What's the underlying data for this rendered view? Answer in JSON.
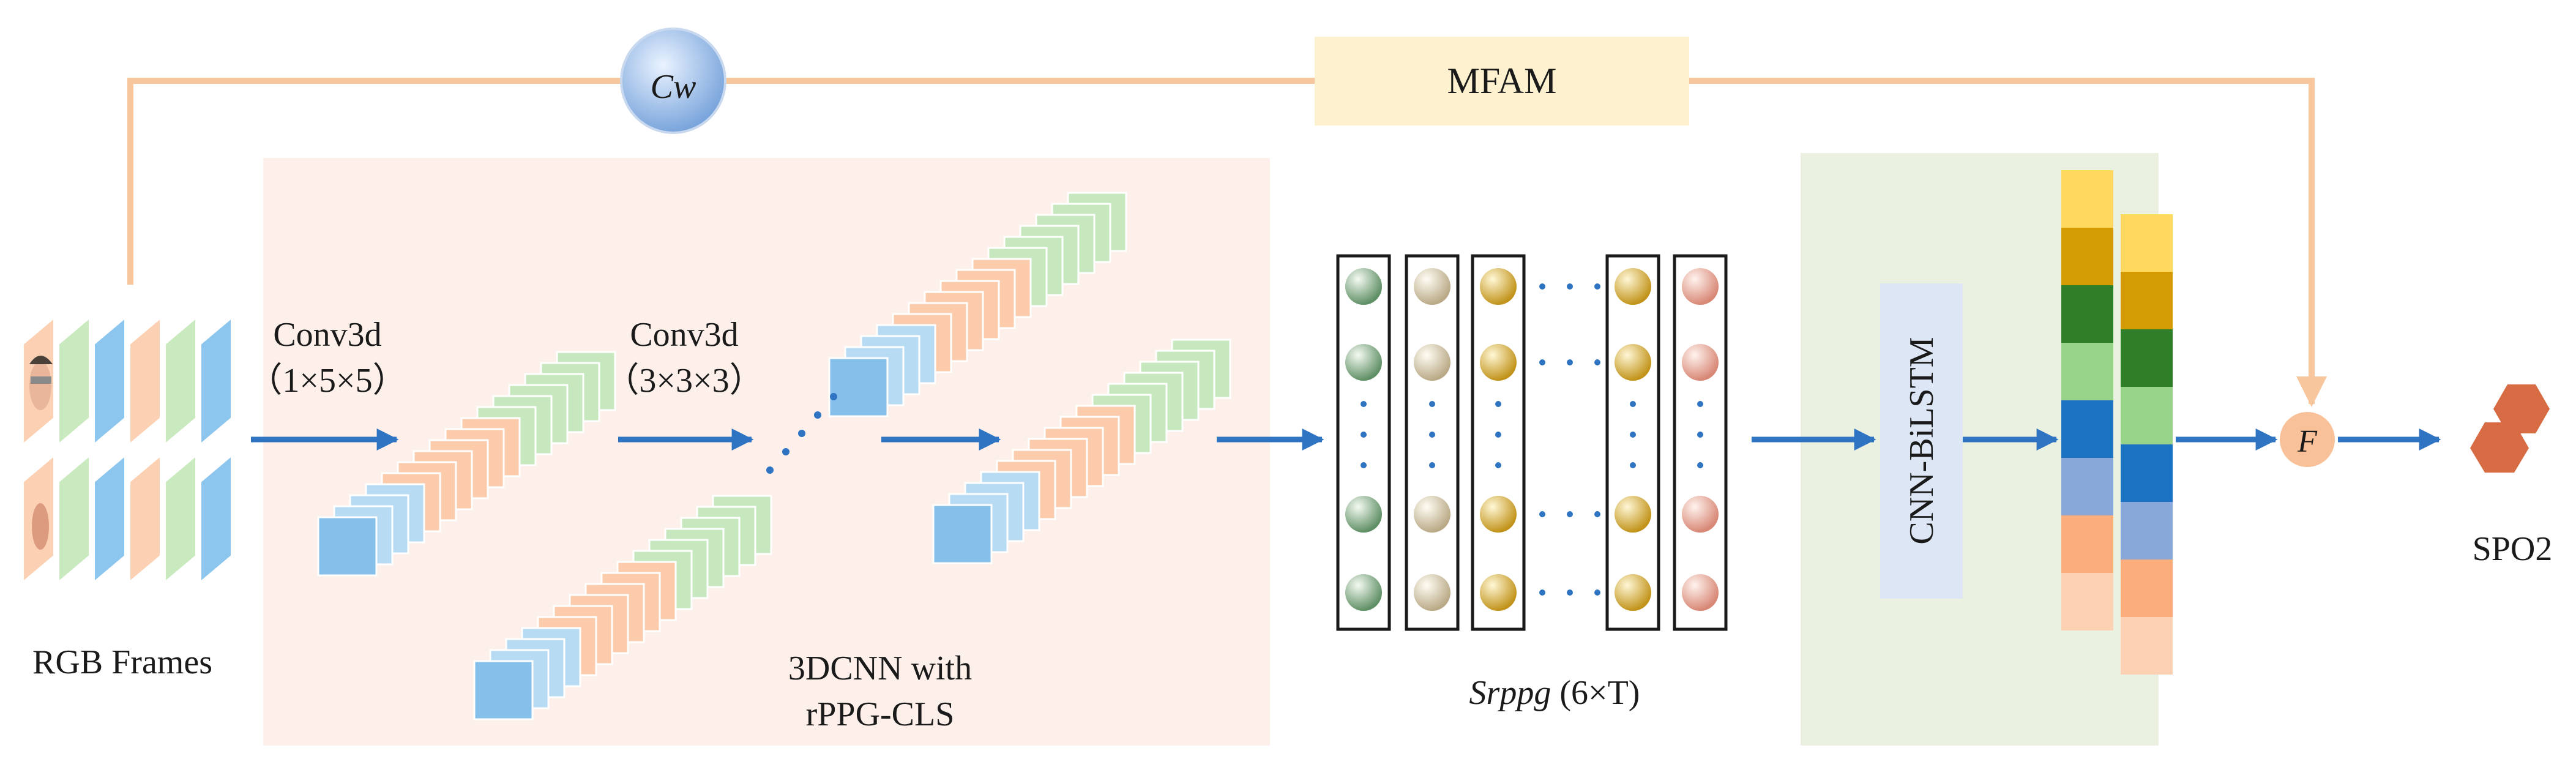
{
  "labels": {
    "cw": "Cw",
    "mfam": "MFAM",
    "conv1_line1": "Conv3d",
    "conv1_line2": "（1×5×5）",
    "conv2_line1": "Conv3d",
    "conv2_line2": "（3×3×3）",
    "rgb_frames": "RGB Frames",
    "cnn3d_line1": "3DCNN with",
    "cnn3d_line2": "rPPG-CLS",
    "srppg_italic": "Srppg",
    "srppg_rest": " (6×T)",
    "cnn_bilstm": "CNN-BiLSTM",
    "fusion": "F",
    "output": "SPO2"
  },
  "colors": {
    "feedback_line": "#f8c69d",
    "arrow": "#2f74c3",
    "cnn_panel": "#fdf0ea",
    "lstm_panel": "#ebf1e1",
    "mfam_box": "#fdf1cf",
    "cnn_bilstm_box": "#dce6f4",
    "fusion_node": "#f9c199",
    "output_hex": "#d76b43",
    "frame_peach": "#fbd0b3",
    "frame_green": "#c9e9bf",
    "frame_blue": "#8cc6ef",
    "cube_blue": "#86bfea",
    "cube_blue_light": "#b7dbf3",
    "cube_peach": "#fbcbab",
    "cube_green": "#c7e8bf",
    "sphere_green": "#7fa882",
    "sphere_cream": "#e0d2b0",
    "sphere_gold": "#e1b238",
    "sphere_pink": "#eba89a"
  },
  "stack_left_colors": [
    "#fed85f",
    "#d39c04",
    "#2f7f28",
    "#97d389",
    "#1c73c4",
    "#88a8d9",
    "#fbad7c",
    "#fcd1b4"
  ],
  "stack_right_colors": [
    "#fed85f",
    "#d39c04",
    "#2f7f28",
    "#97d389",
    "#1c73c4",
    "#88a8d9",
    "#fbad7c",
    "#fcd1b4"
  ],
  "sphere_columns": [
    "green",
    "cream",
    "gold",
    "gold",
    "pink"
  ]
}
